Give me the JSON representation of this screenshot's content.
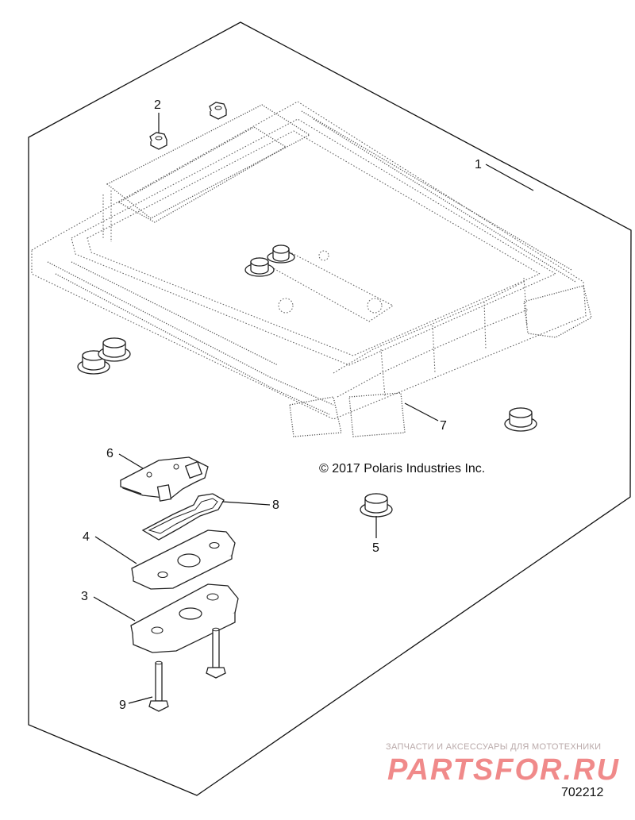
{
  "diagram": {
    "callouts": [
      {
        "id": "1",
        "label": "1"
      },
      {
        "id": "2",
        "label": "2"
      },
      {
        "id": "3",
        "label": "3"
      },
      {
        "id": "4",
        "label": "4"
      },
      {
        "id": "5",
        "label": "5"
      },
      {
        "id": "6",
        "label": "6"
      },
      {
        "id": "7",
        "label": "7"
      },
      {
        "id": "8",
        "label": "8"
      },
      {
        "id": "9",
        "label": "9"
      }
    ],
    "copyright": "© 2017 Polaris Industries Inc.",
    "diagram_code": "702212"
  },
  "watermark": {
    "tagline": "ЗАПЧАСТИ И АКСЕССУАРЫ ДЛЯ МОТОТЕХНИКИ",
    "brand": "PARTSFOR.RU",
    "color": "#f08a8a"
  }
}
